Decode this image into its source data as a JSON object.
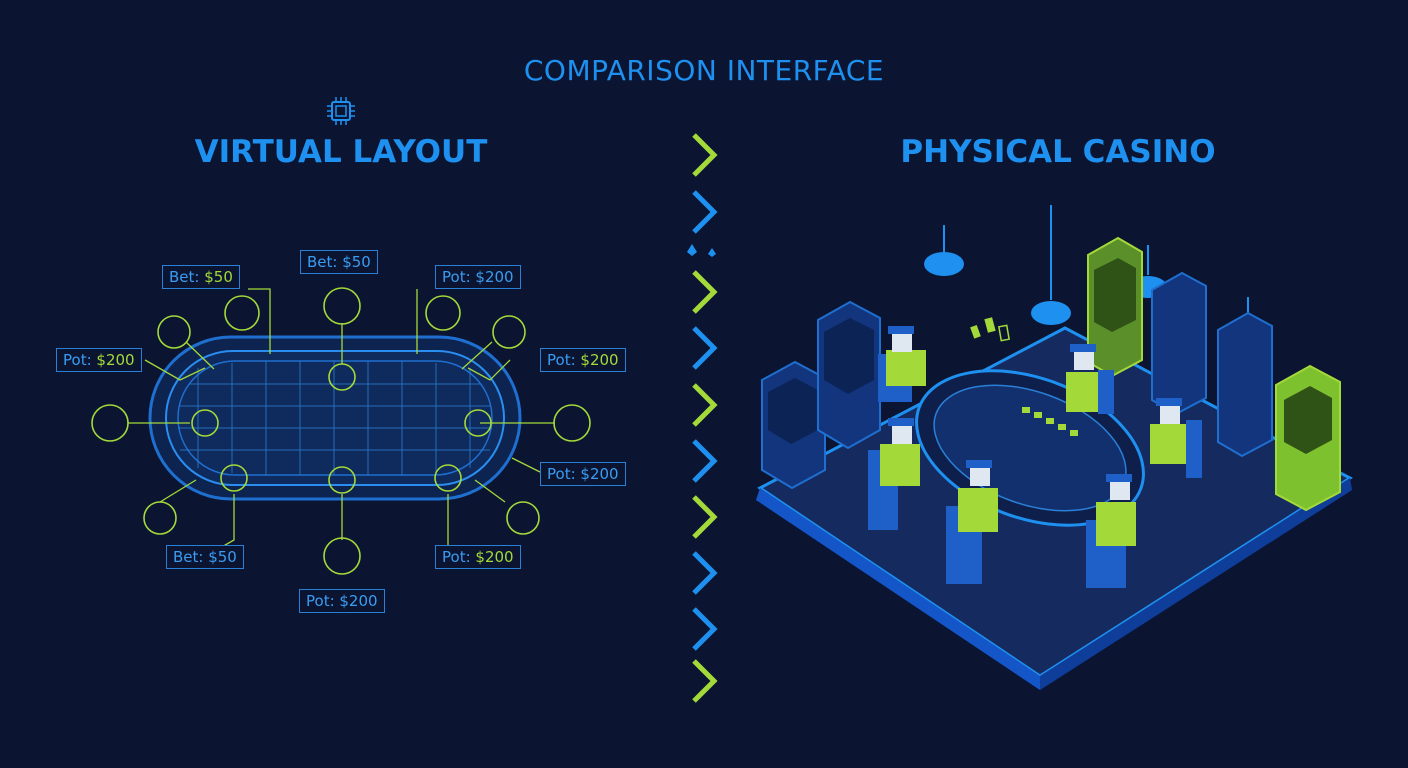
{
  "header": {
    "title": "COMPARISON INTERFACE"
  },
  "virtual": {
    "title": "VIRTUAL LAYOUT",
    "icon": "chip-icon",
    "labels": [
      {
        "prefix": "Bet: ",
        "amount": "$50",
        "highlight": true
      },
      {
        "prefix": "Bet: $50",
        "amount": "",
        "highlight": false
      },
      {
        "prefix": "Pot: ",
        "amount": "$200",
        "highlight": false
      },
      {
        "prefix": "Pot: ",
        "amount": "$200",
        "highlight": true
      },
      {
        "prefix": "Pot: ",
        "amount": "$200",
        "highlight": true
      },
      {
        "prefix": "Pot: ",
        "amount": "$200",
        "highlight": false
      },
      {
        "prefix": "Bet: $50",
        "amount": "",
        "highlight": false
      },
      {
        "prefix": "Pot: ",
        "amount": "$200",
        "highlight": true
      },
      {
        "prefix": "Pot: $200",
        "amount": "",
        "highlight": false
      }
    ]
  },
  "physical": {
    "title": "PHYSICAL CASINO"
  },
  "colors": {
    "blue": "#1e90f0",
    "green": "#a4d93a",
    "background": "#0b1531"
  }
}
